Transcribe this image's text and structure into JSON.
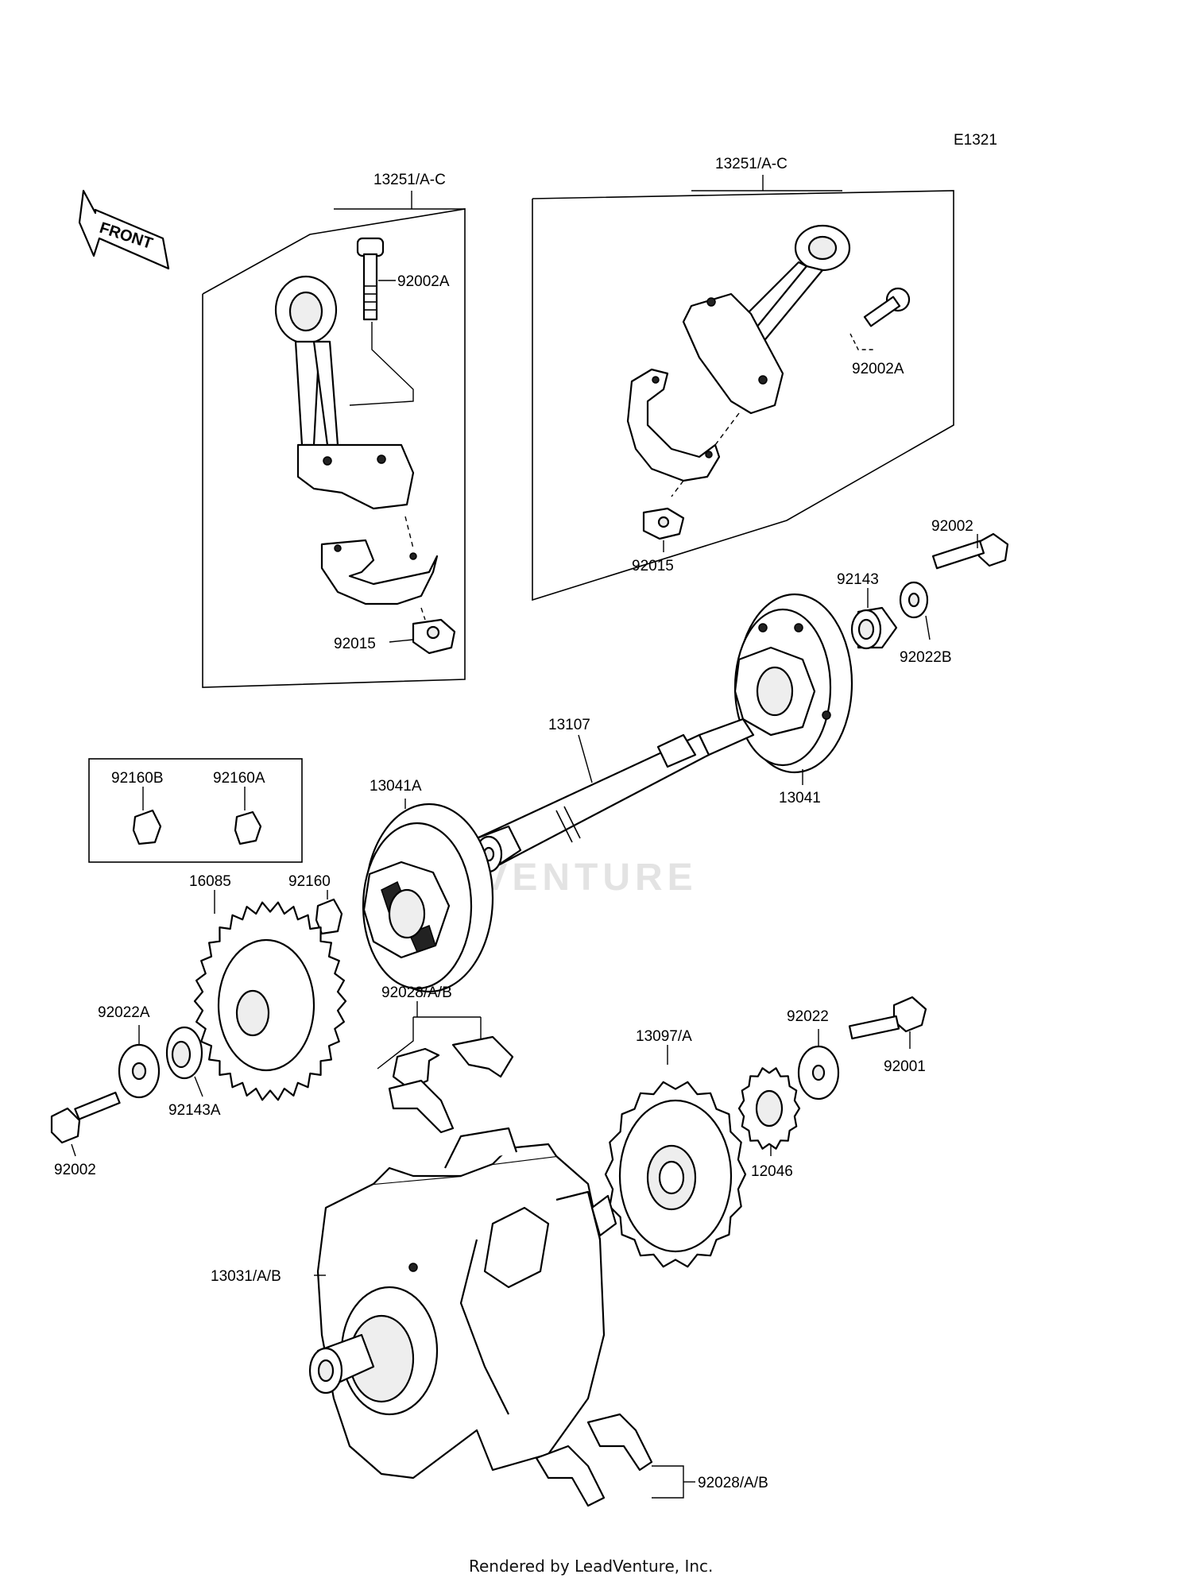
{
  "diagram_code": "E1321",
  "front_arrow_text": "FRONT",
  "watermark": "ADVENTURE",
  "footer": "Rendered by LeadVenture, Inc.",
  "labels": {
    "conrod_left": "13251/A-C",
    "conrod_right": "13251/A-C",
    "bolt_left": "92002A",
    "bolt_right": "92002A",
    "nut_left": "92015",
    "nut_right": "92015",
    "bolt_top_right": "92002",
    "collar_right": "92143",
    "washer_right": "92022B",
    "shaft": "13107",
    "hub_right": "13041",
    "hub_left": "13041A",
    "damper_b": "92160B",
    "damper_a": "92160A",
    "sprocket": "16085",
    "damper": "92160",
    "washer_left": "92022A",
    "collar_left": "92143A",
    "bolt_left_bottom": "92002",
    "bearing_upper": "92028/A/B",
    "gear": "13097/A",
    "washer_small": "92022",
    "bolt_right_bottom": "92001",
    "gear_small": "12046",
    "crankshaft": "13031/A/B",
    "bearing_lower": "92028/A/B"
  }
}
